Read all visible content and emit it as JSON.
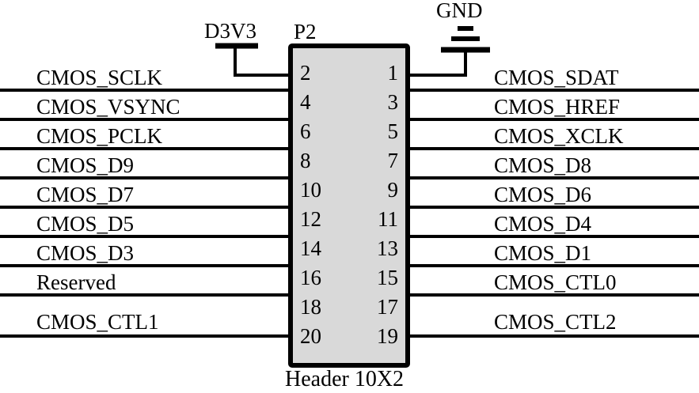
{
  "diagram": {
    "component": {
      "refdes": "P2",
      "footer": "Header 10X2",
      "body_fill": "#d9d9d9",
      "body_stroke": "#000000"
    },
    "power_symbols": [
      {
        "name": "D3V3",
        "type": "power-rail",
        "connects_to_pin": "2"
      },
      {
        "name": "GND",
        "type": "ground",
        "connects_to_pin": "1"
      }
    ],
    "pins": [
      {
        "number": "2",
        "side": "left",
        "net": "CMOS_SCLK"
      },
      {
        "number": "1",
        "side": "right",
        "net": "CMOS_SDAT"
      },
      {
        "number": "4",
        "side": "left",
        "net": "CMOS_VSYNC"
      },
      {
        "number": "3",
        "side": "right",
        "net": "CMOS_HREF"
      },
      {
        "number": "6",
        "side": "left",
        "net": "CMOS_PCLK"
      },
      {
        "number": "5",
        "side": "right",
        "net": "CMOS_XCLK"
      },
      {
        "number": "8",
        "side": "left",
        "net": "CMOS_D9"
      },
      {
        "number": "7",
        "side": "right",
        "net": "CMOS_D8"
      },
      {
        "number": "10",
        "side": "left",
        "net": "CMOS_D7"
      },
      {
        "number": "9",
        "side": "right",
        "net": "CMOS_D6"
      },
      {
        "number": "12",
        "side": "left",
        "net": "CMOS_D5"
      },
      {
        "number": "11",
        "side": "right",
        "net": "CMOS_D4"
      },
      {
        "number": "14",
        "side": "left",
        "net": "CMOS_D3"
      },
      {
        "number": "13",
        "side": "right",
        "net": "CMOS_D1"
      },
      {
        "number": "16",
        "side": "left",
        "net": "Reserved"
      },
      {
        "number": "15",
        "side": "right",
        "net": "CMOS_CTL0"
      },
      {
        "number": "18",
        "side": "left",
        "net": "CMOS_CTL1"
      },
      {
        "number": "17",
        "side": "right",
        "net": "CMOS_CTL2"
      },
      {
        "number": "20",
        "side": "left",
        "net": ""
      },
      {
        "number": "19",
        "side": "right",
        "net": ""
      }
    ],
    "left_pin_numbers": [
      "2",
      "4",
      "6",
      "8",
      "10",
      "12",
      "14",
      "16",
      "18",
      "20"
    ],
    "right_pin_numbers": [
      "1",
      "3",
      "5",
      "7",
      "9",
      "11",
      "13",
      "15",
      "17",
      "19"
    ],
    "left_nets": [
      "CMOS_SCLK",
      "CMOS_VSYNC",
      "CMOS_PCLK",
      "CMOS_D9",
      "CMOS_D7",
      "CMOS_D5",
      "CMOS_D3",
      "Reserved",
      "CMOS_CTL1"
    ],
    "right_nets": [
      "CMOS_SDAT",
      "CMOS_HREF",
      "CMOS_XCLK",
      "CMOS_D8",
      "CMOS_D6",
      "CMOS_D4",
      "CMOS_D1",
      "CMOS_CTL0",
      "CMOS_CTL2"
    ]
  }
}
